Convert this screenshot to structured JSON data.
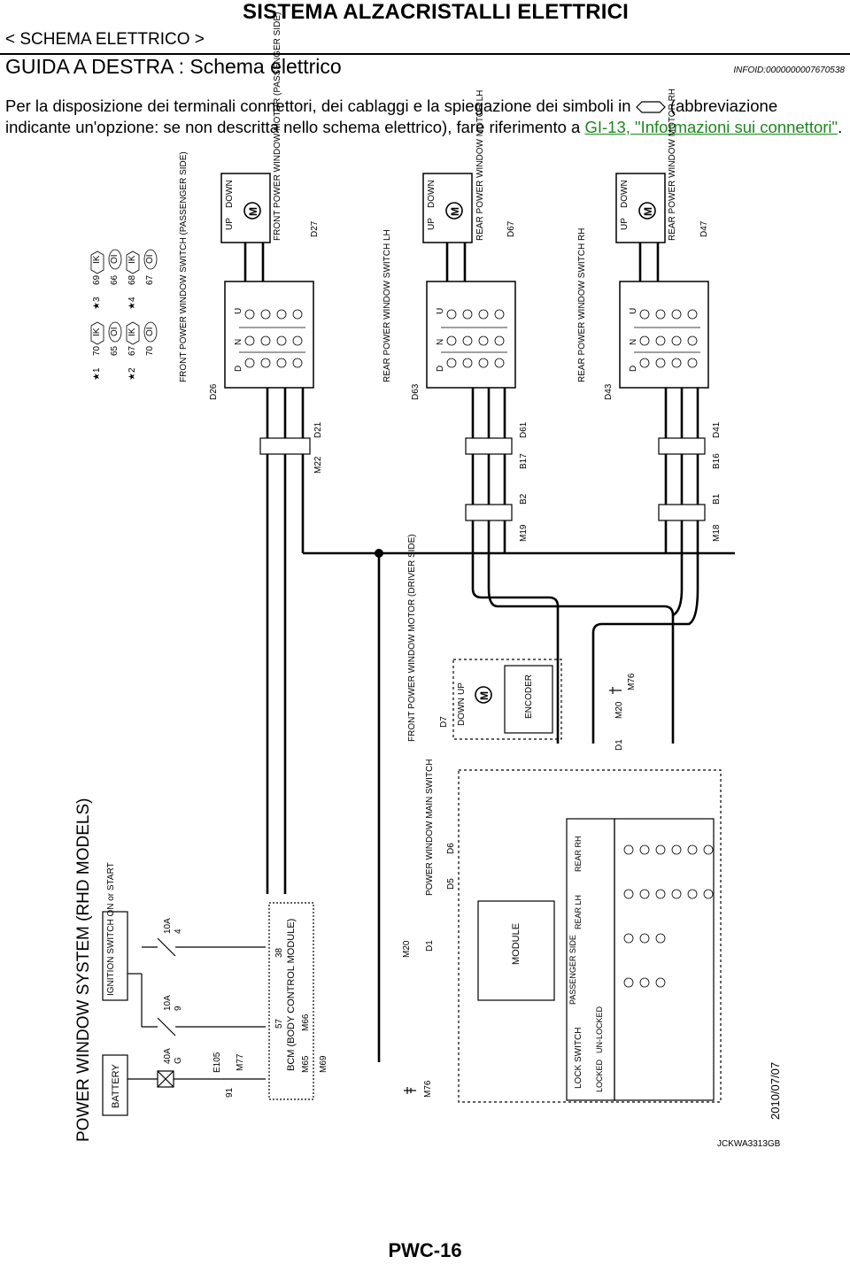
{
  "header": {
    "title": "SISTEMA ALZACRISTALLI ELETTRICI",
    "section": "< SCHEMA ELETTRICO >",
    "subtitle": "GUIDA A DESTRA : Schema elettrico",
    "infoid": "INFOID:0000000007670538"
  },
  "intro": {
    "text_before_symbol": "Per la disposizione dei terminali connettori, dei cablaggi e la spiegazione dei simboli in",
    "text_after_symbol": "(abbreviazione indicante un'opzione: se non descritta nello schema elettrico), fare riferimento a",
    "link_text": "GI-13, \"Informazioni sui connettori\"",
    "text_end": "."
  },
  "diagram": {
    "title": "POWER WINDOW SYSTEM (RHD MODELS)",
    "date": "2010/07/07",
    "code": "JCKWA3313GB",
    "options": [
      {
        "mark": "★1",
        "a": "70",
        "b": "IK",
        "mark2": "★3",
        "c": "69",
        "d": "IK"
      },
      {
        "mark": "",
        "a": "65",
        "b": "OI",
        "mark2": "",
        "c": "66",
        "d": "OI"
      },
      {
        "mark": "★2",
        "a": "67",
        "b": "IK",
        "mark2": "★4",
        "c": "68",
        "d": "IK"
      },
      {
        "mark": "",
        "a": "70",
        "b": "OI",
        "mark2": "",
        "c": "67",
        "d": "OI"
      }
    ],
    "components": {
      "battery": "BATTERY",
      "ignition": "IGNITION SWITCH ON or START",
      "fuse_40a": "40A",
      "fuse_40a_pin": "G",
      "fuse_10a_1": "10A",
      "fuse_10a_1_pin": "9",
      "fuse_10a_2": "10A",
      "fuse_10a_2_pin": "4",
      "e105": "E105",
      "m77": "M77",
      "pin91": "91",
      "bcm": "BCM (BODY CONTROL MODULE)",
      "bcm_pin57": "57",
      "bcm_pin38": "38",
      "m65": "M65",
      "m66": "M66",
      "m69": "M69",
      "main_switch": "POWER WINDOW MAIN SWITCH",
      "d5": "D5",
      "d6": "D6",
      "module": "MODULE",
      "encoder": "ENCODER",
      "driver_motor": "FRONT POWER WINDOW MOTOR (DRIVER SIDE)",
      "d7": "D7",
      "lock_switch": "LOCK SWITCH",
      "locked": "LOCKED",
      "unlocked": "UN-LOCKED",
      "passenger_side": "PASSENGER SIDE",
      "rear_lh": "REAR LH",
      "rear_rh": "REAR RH",
      "m76": "M76",
      "m20": "M20",
      "d1": "D1",
      "front_pass_switch": "FRONT POWER WINDOW SWITCH (PASSENGER SIDE)",
      "d26": "D26",
      "front_pass_motor": "FRONT POWER WINDOW MOTOR (PASSENGER SIDE)",
      "d27": "D27",
      "rear_lh_switch": "REAR POWER WINDOW SWITCH LH",
      "d63": "D63",
      "rear_lh_motor": "REAR POWER WINDOW MOTOR LH",
      "d67": "D67",
      "rear_rh_switch": "REAR POWER WINDOW SWITCH RH",
      "d43": "D43",
      "rear_rh_motor": "REAR POWER WINDOW MOTOR RH",
      "d47": "D47",
      "m22": "M22",
      "d21": "D21",
      "m19": "M19",
      "b2": "B2",
      "b17": "B17",
      "d61": "D61",
      "m18": "M18",
      "b1": "B1",
      "b16": "B16",
      "d41": "D41"
    },
    "labels": {
      "up": "UP",
      "down": "DOWN",
      "motor": "M",
      "d": "D",
      "n": "N",
      "u": "U"
    }
  },
  "footer": {
    "page": "PWC-16"
  }
}
